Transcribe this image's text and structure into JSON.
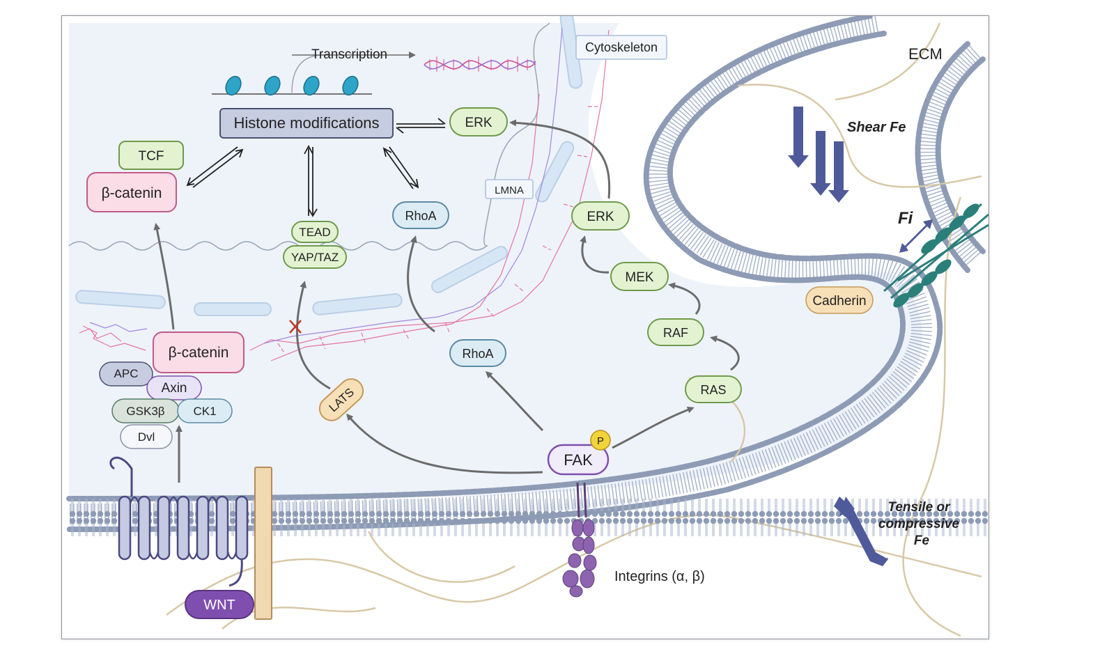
{
  "labels": {
    "transcription": "Transcription",
    "cytoskeleton": "Cytoskeleton",
    "ecm": "ECM",
    "shear": "Shear Fe",
    "fi": "Fi",
    "tensile_line1": "Tensile or",
    "tensile_line2": "compressive",
    "tensile_line3": "Fe",
    "integrins": "Integrins (α, β)",
    "lmna": "LMNA"
  },
  "nodes": {
    "histone": "Histone modifications",
    "erk_nuclear": "ERK",
    "tcf": "TCF",
    "beta_catenin_nuclear": "β-catenin",
    "tead": "TEAD",
    "yap_taz": "YAP/TAZ",
    "rhoa_nuclear": "RhoA",
    "erk_cyto": "ERK",
    "mek": "MEK",
    "raf": "RAF",
    "ras": "RAS",
    "rhoa_cyto": "RhoA",
    "fak": "FAK",
    "p": "P",
    "lats": "LATS",
    "beta_catenin_cyto": "β-catenin",
    "apc": "APC",
    "axin": "Axin",
    "gsk3b": "GSK3β",
    "ck1": "CK1",
    "dvl": "Dvl",
    "wnt": "WNT",
    "cadherin": "Cadherin"
  },
  "colors": {
    "green_fill": "#e3f3d2",
    "green_stroke": "#6f9a4a",
    "pink_fill": "#fbdde8",
    "pink_stroke": "#c25a87",
    "blue_fill": "#dcecf5",
    "blue_stroke": "#5b8aa3",
    "histone_fill": "#c7cde0",
    "histone_stroke": "#4a5170",
    "purple_fill": "#7f4fb0",
    "membrane": "#8d9bb5",
    "orange_fill": "#f7dfb7",
    "orange_stroke": "#c49a57",
    "arrow_dark": "#4e5a99",
    "cell_bg": "#eef3fa"
  }
}
